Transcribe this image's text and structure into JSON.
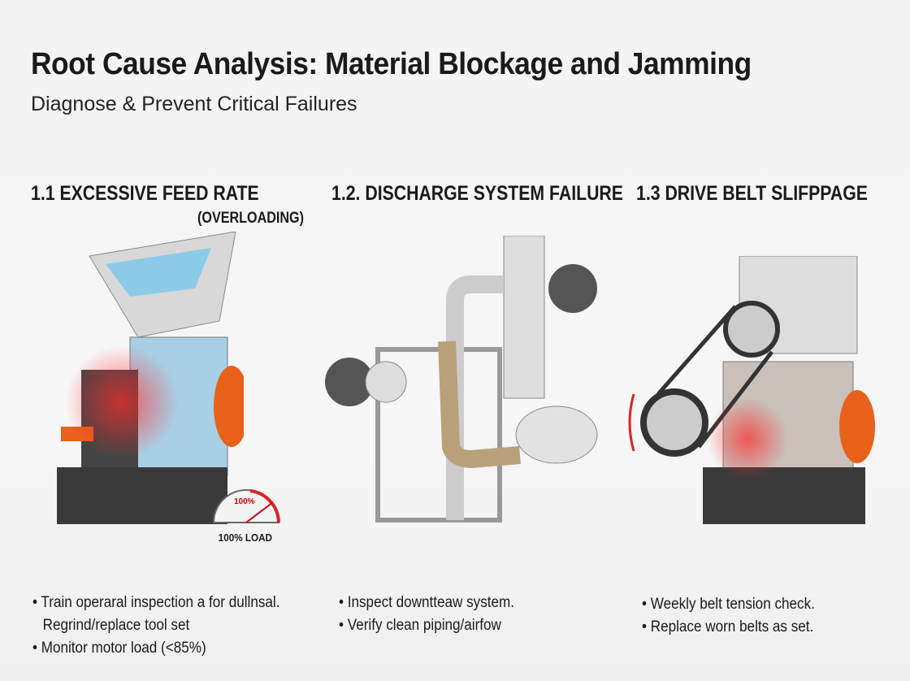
{
  "header": {
    "title": "Root Cause Analysis: Material Blockage and Jamming",
    "subtitle": "Diagnose & Prevent Critical Failures"
  },
  "sections": [
    {
      "title": "1.1 EXCESSIVE FEED RATE",
      "subtitle": "(OVERLOADING)",
      "gauge_value": "100%",
      "gauge_label": "100% LOAD",
      "bullets": [
        "Train operaral inspection a for dullnsal.",
        "Regrind/replace tool set",
        "Monitor motor load (<85%)"
      ]
    },
    {
      "title": "1.2. DISCHARGE SYSTEM FAILURE",
      "bullets": [
        "Inspect downtteaw system.",
        "Verify clean piping/airfow"
      ]
    },
    {
      "title": "1.3 DRIVE BELT SLIFPPAGE",
      "bullets": [
        "Weekly belt tension check.",
        "Replace worn belts as set."
      ]
    }
  ],
  "colors": {
    "accent": "#e8611a",
    "alert": "#e02020"
  }
}
